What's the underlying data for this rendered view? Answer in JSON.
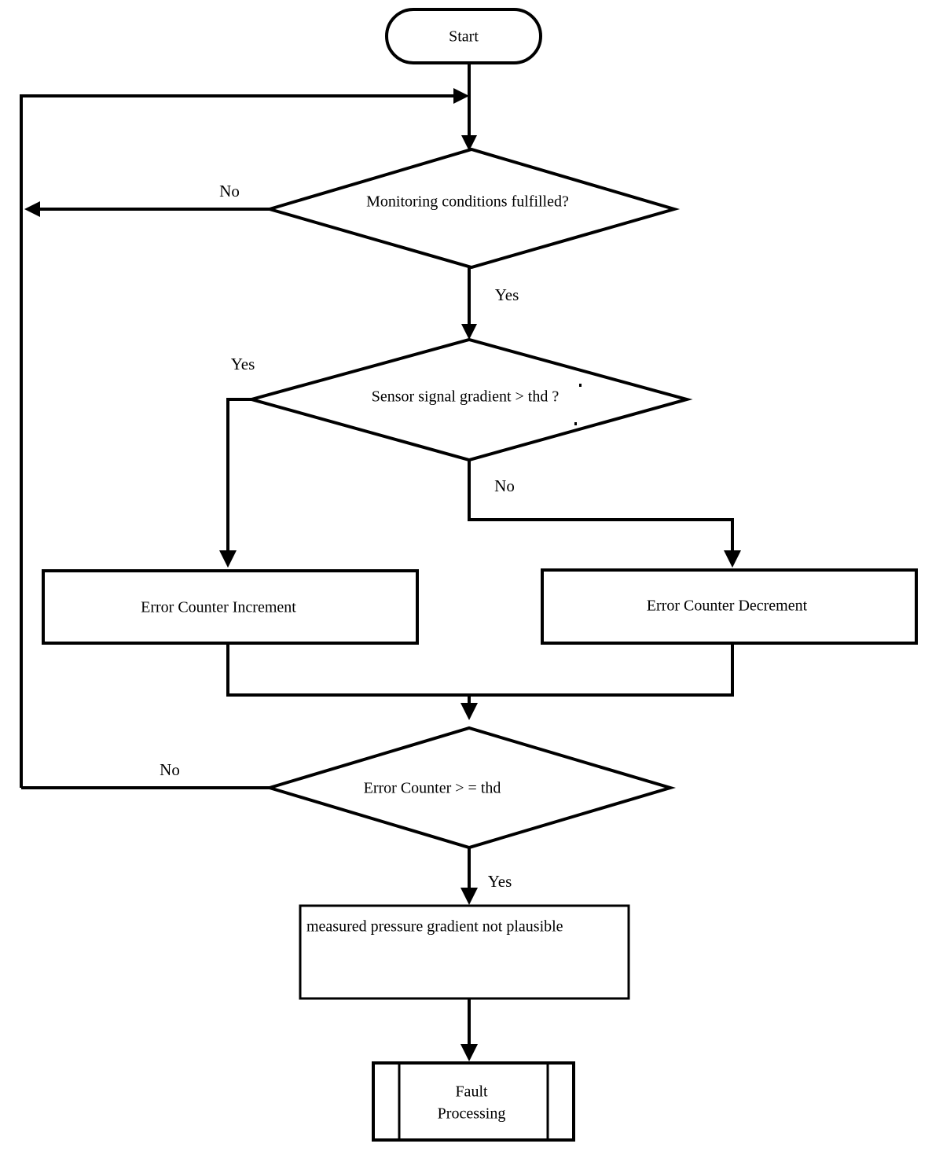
{
  "diagram": {
    "title": "Sensor signal gradient plausibility monitoring flowchart",
    "stroke_color": "#000000",
    "fill_color": "#ffffff",
    "background_color": "#ffffff"
  },
  "nodes": {
    "start": {
      "shape": "terminator",
      "label": "Start"
    },
    "decision_monitoring": {
      "shape": "decision",
      "label": "Monitoring  conditions fulfilled?"
    },
    "decision_gradient": {
      "shape": "decision",
      "label": "Sensor signal gradient > thd ?"
    },
    "process_increment": {
      "shape": "process",
      "label": "Error Counter Increment"
    },
    "process_decrement": {
      "shape": "process",
      "label": "Error Counter Decrement"
    },
    "decision_counter": {
      "shape": "decision",
      "label": "Error Counter > = thd"
    },
    "process_not_plausible": {
      "shape": "process",
      "label": "measured pressure gradient not plausible"
    },
    "predefined_fault": {
      "shape": "predefined-process",
      "label_line1": "Fault",
      "label_line2": "Processing"
    }
  },
  "edge_labels": {
    "monitoring_no": "No",
    "monitoring_yes": "Yes",
    "gradient_yes": "Yes",
    "gradient_no": "No",
    "counter_no": "No",
    "counter_yes": "Yes"
  }
}
